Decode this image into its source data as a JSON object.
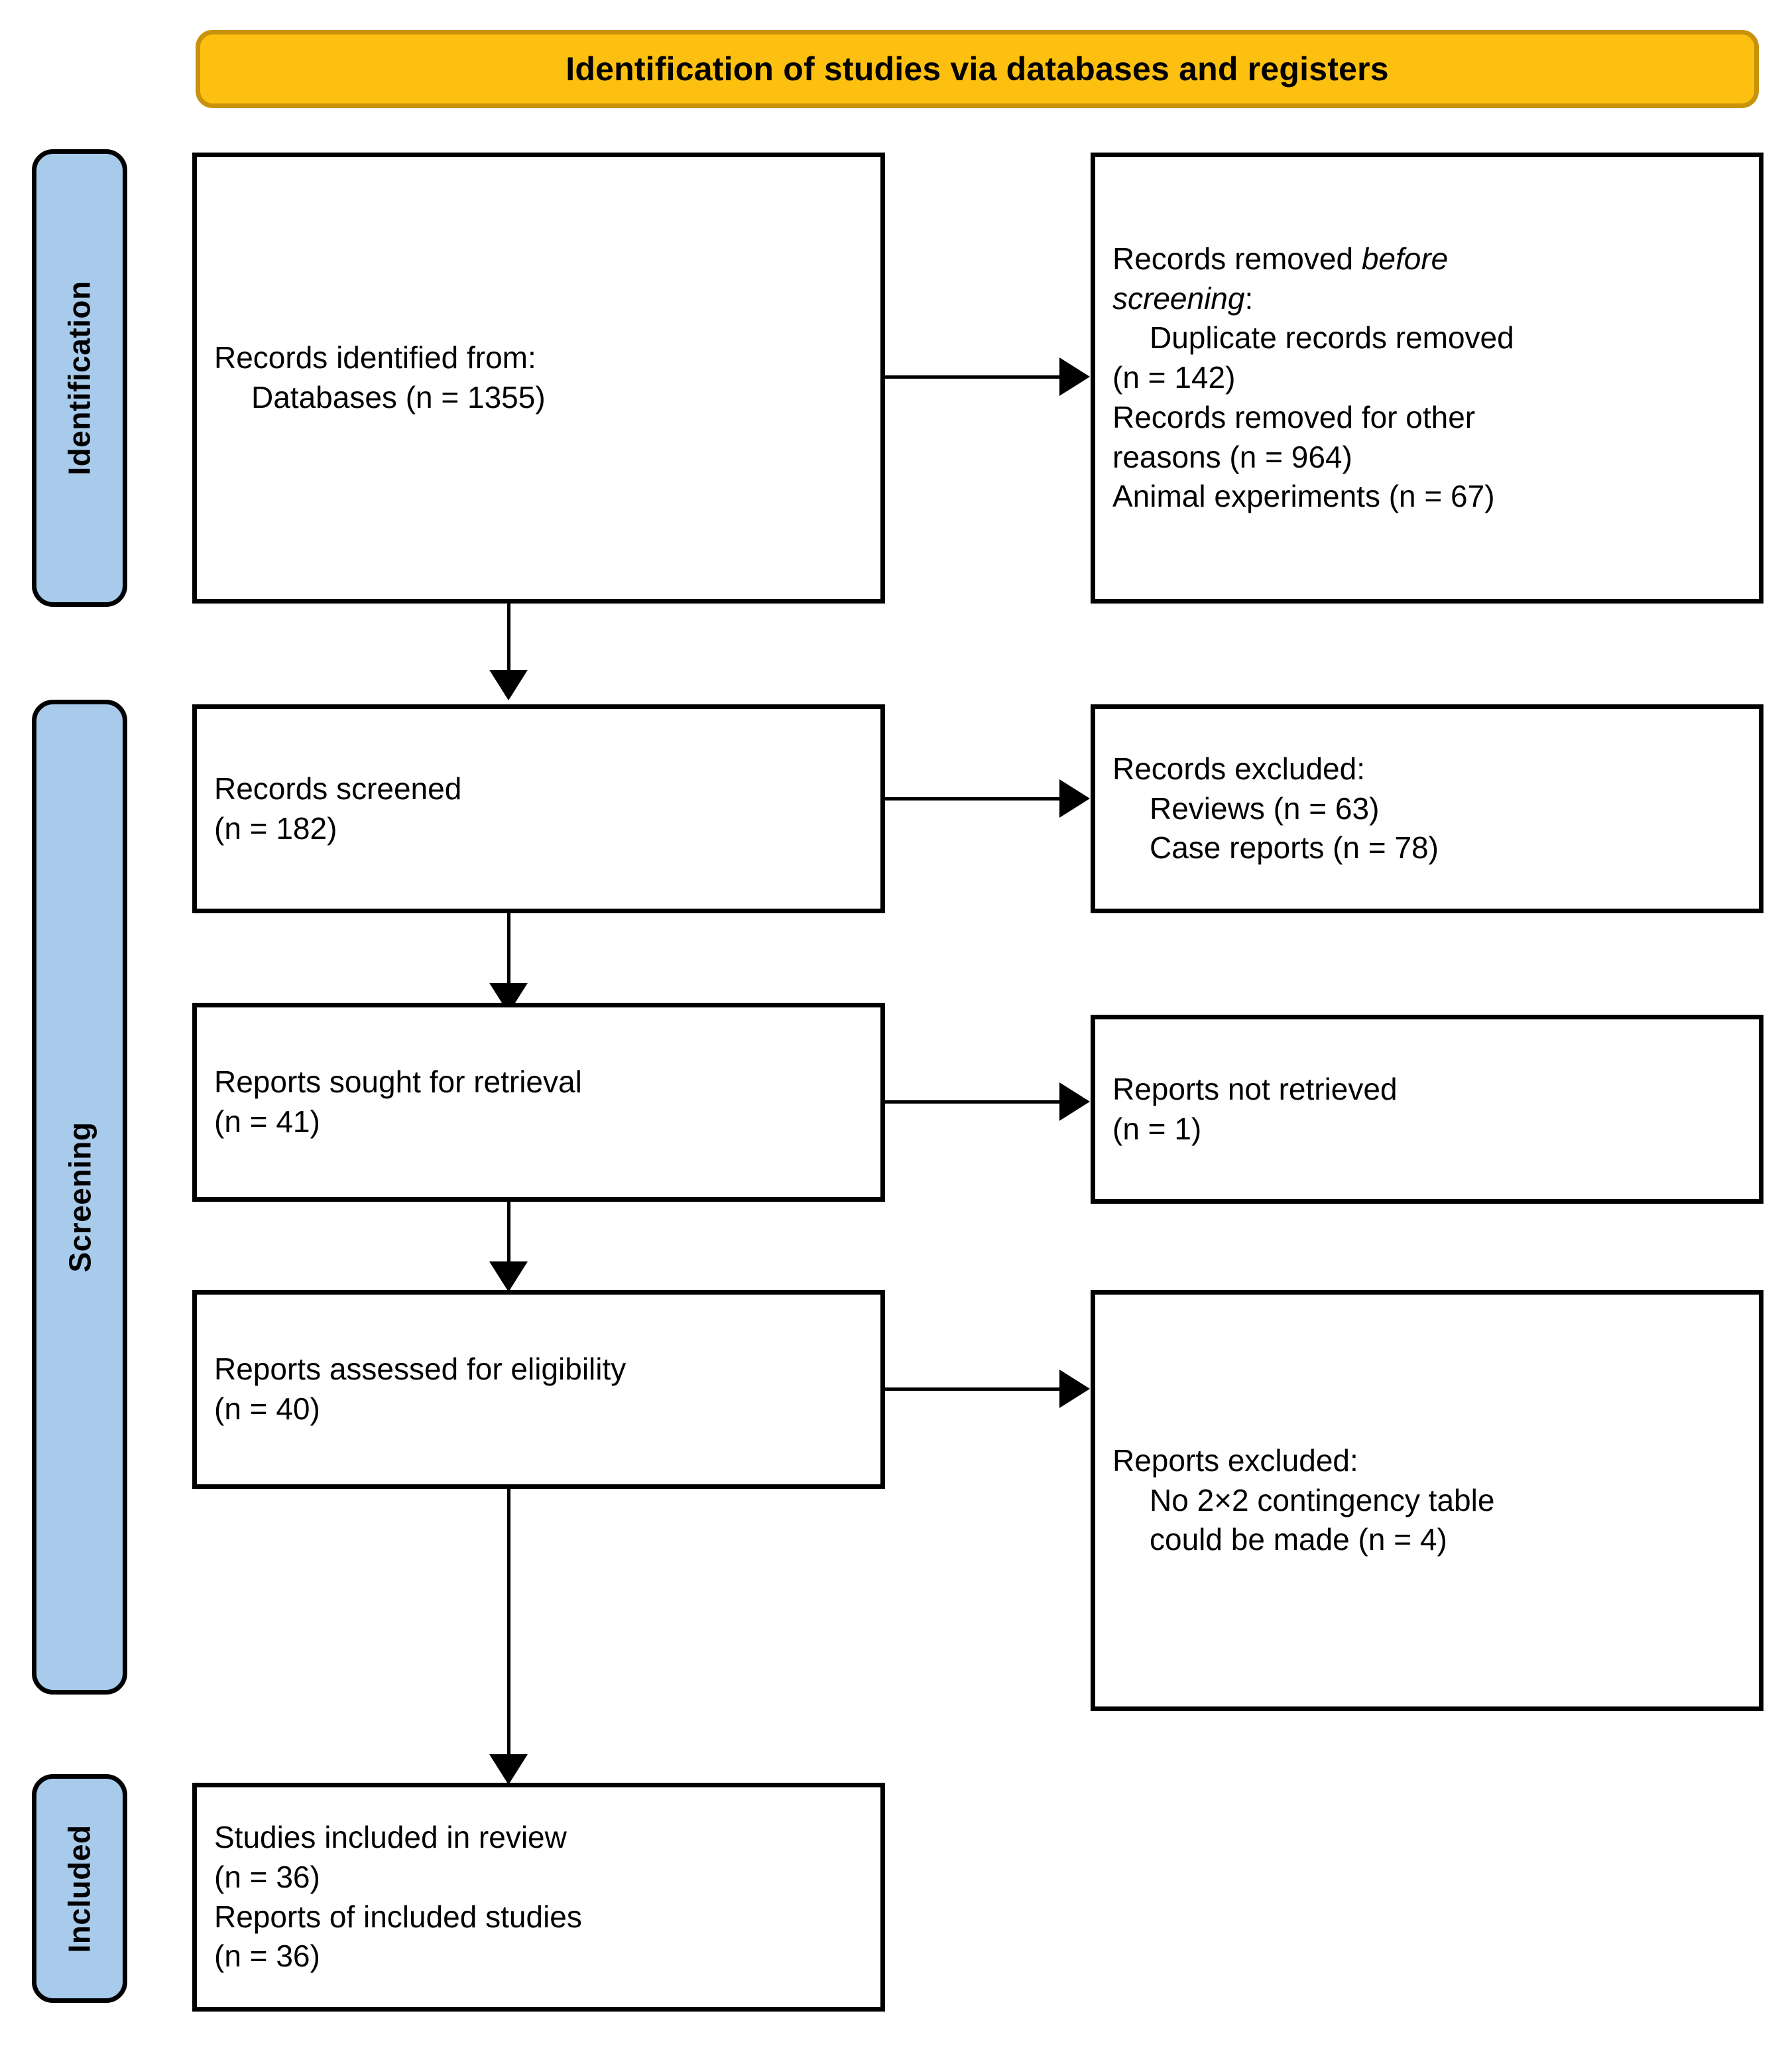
{
  "header": {
    "title": "Identification of studies via databases and registers",
    "fill_color": "#FDC010",
    "border_color": "#C8920A"
  },
  "stages": {
    "identification": "Identification",
    "screening": "Screening",
    "included": "Included",
    "fill_color": "#A8CBEC"
  },
  "boxes": {
    "records_identified": {
      "line1": "Records identified from:",
      "line2": "Databases (n = 1355)"
    },
    "records_removed": {
      "line1_a": "Records removed ",
      "line1_b": "before",
      "line2_a": "screening",
      "line2_b": ":",
      "line3": "Duplicate records removed",
      "line4": "(n = 142)",
      "line5": "Records removed for other",
      "line6": "reasons (n = 964)",
      "line7": "Animal experiments (n = 67)"
    },
    "records_screened": {
      "line1": "Records screened",
      "line2": "(n = 182)"
    },
    "records_excluded": {
      "line1": "Records excluded:",
      "line2": "Reviews (n = 63)",
      "line3": "Case reports (n = 78)"
    },
    "reports_sought": {
      "line1": "Reports sought for retrieval",
      "line2": "(n = 41)"
    },
    "reports_not_retrieved": {
      "line1": "Reports not retrieved",
      "line2": "(n = 1)"
    },
    "reports_assessed": {
      "line1": "Reports assessed for eligibility",
      "line2": "(n = 40)"
    },
    "reports_excluded": {
      "line1": "Reports excluded:",
      "line2": "No 2×2 contingency table",
      "line3": "could be made (n = 4)"
    },
    "studies_included": {
      "line1": "Studies included in review",
      "line2": "(n = 36)",
      "line3": "Reports of included studies",
      "line4": "(n = 36)"
    }
  }
}
